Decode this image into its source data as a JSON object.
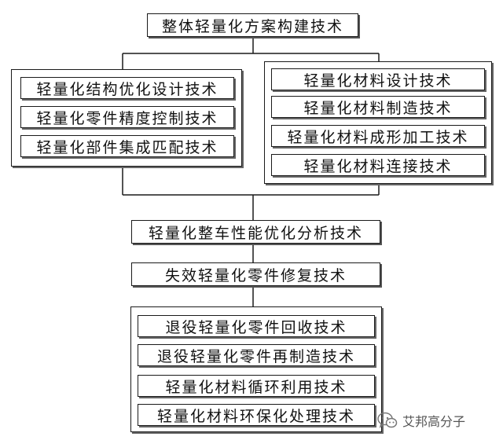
{
  "top": {
    "label": "整体轻量化方案构建技术"
  },
  "left_group": {
    "items": [
      "轻量化结构优化设计技术",
      "轻量化零件精度控制技术",
      "轻量化部件集成匹配技术"
    ]
  },
  "right_group": {
    "items": [
      "轻量化材料设计技术",
      "轻量化材料制造技术",
      "轻量化材料成形加工技术",
      "轻量化材料连接技术"
    ]
  },
  "middle": [
    "轻量化整车性能优化分析技术",
    "失效轻量化零件修复技术"
  ],
  "bottom_group": {
    "items": [
      "退役轻量化零件回收技术",
      "退役轻量化零件再制造技术",
      "轻量化材料循环利用技术",
      "轻量化材料环保化处理技术"
    ]
  },
  "watermark": {
    "text": "艾邦高分子",
    "icon": "wechat-icon"
  },
  "colors": {
    "line": "#1a1a1a",
    "watermark": "#555555"
  }
}
